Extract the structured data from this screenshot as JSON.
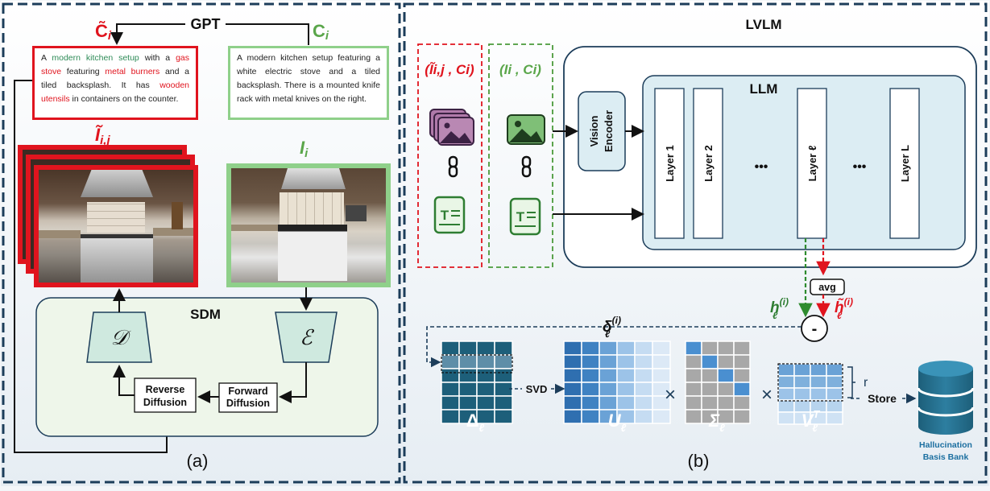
{
  "panel_a": {
    "gpt_label": "GPT",
    "c_tilde_label": "C̃",
    "c_tilde_sub": "i",
    "c_label": "C",
    "c_sub": "i",
    "caption_edited": {
      "p1": "A ",
      "h1": "modern kitchen setup",
      "p2": " with a ",
      "h2": "gas stove",
      "p3": " featuring ",
      "h3": "metal burners",
      "p4": " and a tiled backsplash. It has ",
      "h4": "wooden utensils",
      "p5": " in containers on the counter."
    },
    "caption_original": "A modern kitchen setup featuring a white electric stove and a tiled backsplash. There is a mounted knife rack with metal knives on the right.",
    "img_edited_label": "Ĩ",
    "img_edited_sub": "i,j",
    "img_orig_label": "I",
    "img_orig_sub": "i",
    "sdm_label": "SDM",
    "decoder_symbol": "𝒟",
    "encoder_symbol": "ℰ",
    "reverse_diffusion": "Reverse Diffusion",
    "forward_diffusion": "Forward Diffusion",
    "subfig_label": "(a)"
  },
  "panel_b": {
    "lvlm_label": "LVLM",
    "llm_label": "LLM",
    "pair_edited": "(Ĩi,j , Ci)",
    "pair_orig": "(Ii , Ci)",
    "vision_encoder": "Vision Encoder",
    "layers": [
      "Layer 1",
      "Layer 2",
      "Layer ℓ",
      "Layer L"
    ],
    "ellipsis": "•••",
    "avg_label": "avg",
    "h_orig": "h",
    "h_edit": "h̃",
    "h_sup": "(i)",
    "h_sub": "ℓ",
    "minus": "-",
    "delta_label": "δ",
    "delta_sup": "(i)",
    "delta_sub": "ℓ",
    "svd_label": "SVD",
    "mat_delta": "Δ",
    "mat_u": "U",
    "mat_sigma": "Σ",
    "mat_v": "V",
    "mat_v_sup": "T",
    "mat_sub": "ℓ",
    "times": "×",
    "r_label": "r",
    "store_label": "Store",
    "bank_label_1": "Hallucination",
    "bank_label_2": "Basis Bank",
    "subfig_label": "(b)"
  },
  "colors": {
    "edited": "#e0141e",
    "original": "#6cbf5c",
    "dark_teal": "#1d5f7a",
    "navy": "#1c3d5a",
    "light_blue": "#cfe6f2",
    "sdm_fill": "#eef6ea"
  },
  "icons": [
    "gallery-stack-icon",
    "image-icon",
    "chain-link-icon",
    "text-document-icon",
    "database-icon"
  ]
}
